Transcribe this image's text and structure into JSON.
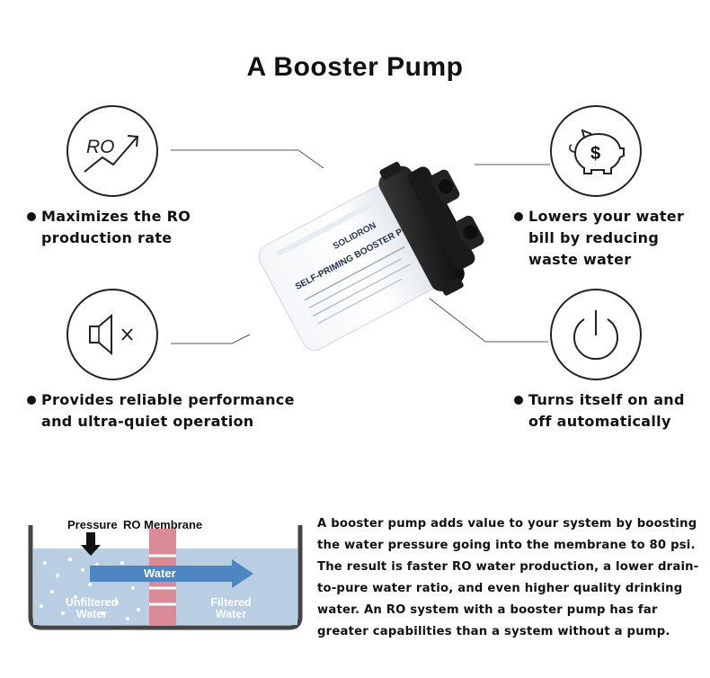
{
  "title": "A Booster Pump",
  "features": {
    "top_left": "Maximizes the RO\nproduction rate",
    "top_right": "Lowers your water\nbill by reducing\nwaste water",
    "bottom_left": "Provides reliable performance\nand ultra-quiet operation",
    "bottom_right": "Turns itself on and\noff automatically"
  },
  "icons": {
    "top_left": "ro-growth-icon",
    "top_right": "piggy-bank-dollar-icon",
    "bottom_left": "speaker-mute-icon",
    "bottom_right": "power-icon",
    "ro_text": "RO",
    "dollar_sign": "$"
  },
  "pump_label": {
    "brand": "SOLIDRON",
    "name": "SELF-PRIMING BOOSTER PUMP"
  },
  "diagram": {
    "pressure": "Pressure",
    "membrane": "RO Membrane",
    "water": "Water",
    "unfiltered": "Unfiltered\nWater",
    "filtered": "Filtered\nWater"
  },
  "description": "A booster pump adds value to your system by boosting the water pressure going into the membrane to 80 psi. The result is faster RO water production, a lower drain-to-pure water ratio, and even higher quality drinking water. An RO system with a booster pump has far greater capabilities than a system without a pump.",
  "colors": {
    "water": "#b9cde3",
    "membrane": "#d98a96",
    "arrow": "#4e86c2"
  }
}
